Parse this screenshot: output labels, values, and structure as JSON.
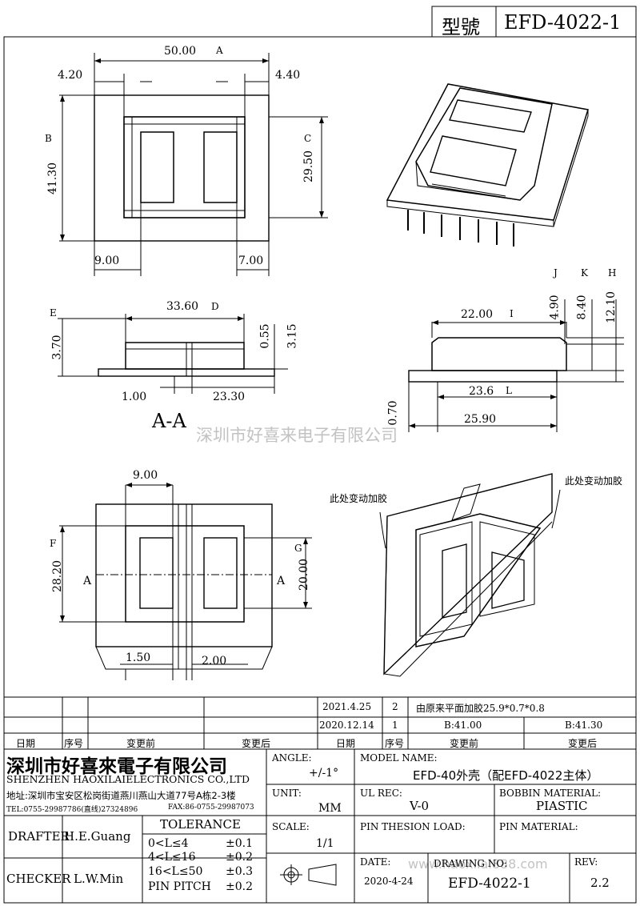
{
  "header": {
    "model_label": "型號",
    "model_value": "EFD-4022-1"
  },
  "top_view": {
    "width": "50.00",
    "width_tag": "A",
    "left_gap": "4.20",
    "right_gap": "4.40",
    "height": "41.30",
    "height_tag": "B",
    "inner_height": "29.50",
    "inner_tag": "C",
    "bottom_left": "9.00",
    "bottom_right": "7.00"
  },
  "side_view": {
    "width": "33.60",
    "width_tag": "D",
    "height": "3.70",
    "height_tag": "E",
    "small": "0.55",
    "mid": "3.15",
    "b_left": "1.00",
    "b_right": "23.30",
    "section": "A-A"
  },
  "right_side": {
    "tags": [
      "J",
      "K",
      "H"
    ],
    "v1": "4.90",
    "v2": "8.40",
    "v3": "12.10",
    "top": "22.00",
    "top_tag": "I",
    "mid": "23.6",
    "mid_tag": "L",
    "bottom": "25.90",
    "left": "0.70"
  },
  "bottom_view": {
    "top": "9.00",
    "height": "28.20",
    "height_tag": "F",
    "inner": "20.00",
    "inner_tag": "G",
    "mark": "A",
    "b_left": "1.50",
    "b_right": "2.00"
  },
  "notes": {
    "left": "此处变动加胶",
    "right": "此处变动加胶"
  },
  "watermark": {
    "company": "深圳市好喜来电子有限公司",
    "site": "www.haoxilai888.com"
  },
  "changes": {
    "rows": [
      {
        "date": "2021.4.25",
        "no": "2",
        "desc": "由原来平面加胶25.9*0.7*0.8",
        "after": ""
      },
      {
        "date": "2020.12.14",
        "no": "1",
        "desc": "B:41.00",
        "after": "B:41.30"
      }
    ],
    "headers": [
      "日期",
      "序号",
      "变更前",
      "变更后",
      "日期",
      "序号",
      "变更前",
      "变更后"
    ]
  },
  "title_block": {
    "company_cn": "深圳市好喜來電子有限公司",
    "company_en": "SHENZHEN  HAOXILAIELECTRONICS  CO.,LTD",
    "address": "地址:深圳市宝安区松岗街道燕川燕山大道77号A栋2-3楼",
    "tel": "TEL:0755-29987786(直线)27324896",
    "fax": "FAX:86-0755-29987073",
    "drafter_label": "DRAFTER",
    "drafter": "H.E.Guang",
    "checker_label": "CHECKER",
    "checker": "L.W.Min",
    "tolerance_label": "TOLERANCE",
    "tolerances": [
      {
        "range": "0<L≤4",
        "val": "±0.1"
      },
      {
        "range": "4<L≤16",
        "val": "±0.2"
      },
      {
        "range": "16<L≤50",
        "val": "±0.3"
      },
      {
        "range": "PIN PITCH",
        "val": "±0.2"
      }
    ],
    "angle_label": "ANGLE:",
    "angle": "+/-1°",
    "unit_label": "UNIT:",
    "unit": "MM",
    "scale_label": "SCALE:",
    "scale": "1/1",
    "model_name_label": "MODEL NAME:",
    "model_name": "EFD-40外壳（配EFD-4022主体）",
    "ul_label": "UL REC:",
    "ul": "V-0",
    "bobbin_label": "BOBBIN MATERIAL:",
    "bobbin": "PIASTIC",
    "pin_load_label": "PIN THESION LOAD:",
    "pin_mat_label": "PIN MATERIAL:",
    "date_label": "DATE:",
    "date": "2020-4-24",
    "drawing_label": "DRAWING NO:",
    "drawing": "EFD-4022-1",
    "rev_label": "REV:",
    "rev": "2.2"
  }
}
